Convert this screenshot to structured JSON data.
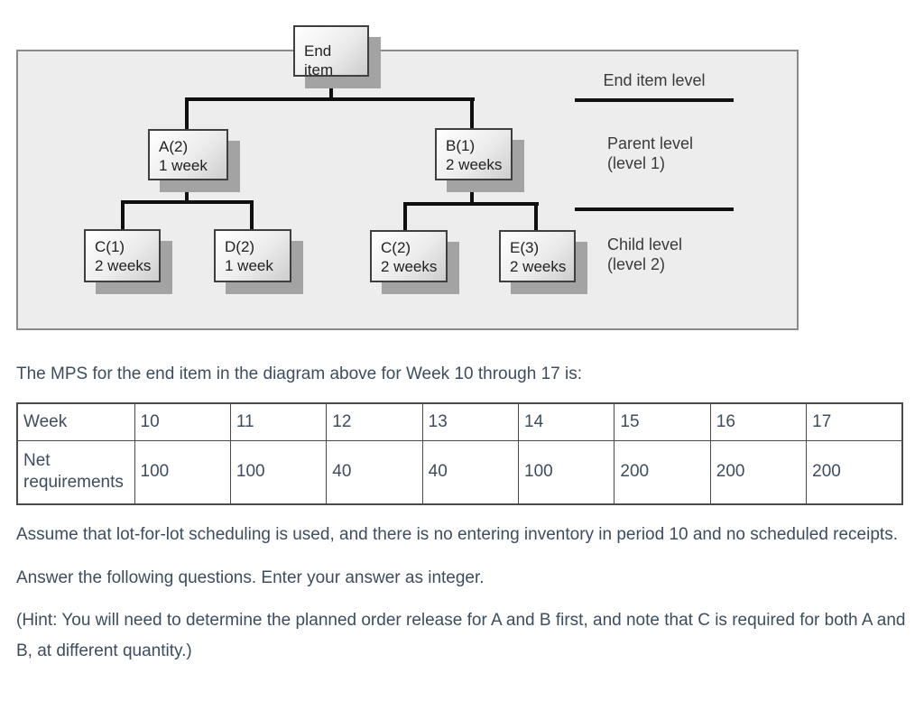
{
  "diagram": {
    "nodes": {
      "end": {
        "title": "End item"
      },
      "A": {
        "title": "A(2)",
        "lead": "1 week"
      },
      "B": {
        "title": "B(1)",
        "lead": "2 weeks"
      },
      "C1": {
        "title": "C(1)",
        "lead": "2 weeks"
      },
      "D": {
        "title": "D(2)",
        "lead": "1 week"
      },
      "C2": {
        "title": "C(2)",
        "lead": "2 weeks"
      },
      "E": {
        "title": "E(3)",
        "lead": "2 weeks"
      }
    },
    "level_labels": {
      "end": "End item level",
      "parent1": "Parent level",
      "parent2": "(level 1)",
      "child1": "Child level",
      "child2": "(level 2)"
    }
  },
  "paragraphs": {
    "mps_intro": "The MPS for the end item in the diagram above for Week 10 through 17 is:",
    "assumption": "Assume that lot-for-lot scheduling is used, and there is no entering inventory in period 10 and no scheduled receipts.",
    "instruction": "Answer the following questions. Enter your answer as integer.",
    "hint": "(Hint: You will need to determine the planned order release for A and B first, and note that C is required for both A and B, at different quantity.)"
  },
  "table": {
    "week_label": "Week",
    "req_label": "Net requirements",
    "weeks": [
      "10",
      "11",
      "12",
      "13",
      "14",
      "15",
      "16",
      "17"
    ],
    "reqs": [
      "100",
      "100",
      "40",
      "40",
      "100",
      "200",
      "200",
      "200"
    ]
  },
  "colors": {
    "body_text": "#3d4d5f",
    "panel_fill": "#ededed",
    "node_shadow": "#a3a3a3",
    "connector": "#0f0f0f"
  }
}
